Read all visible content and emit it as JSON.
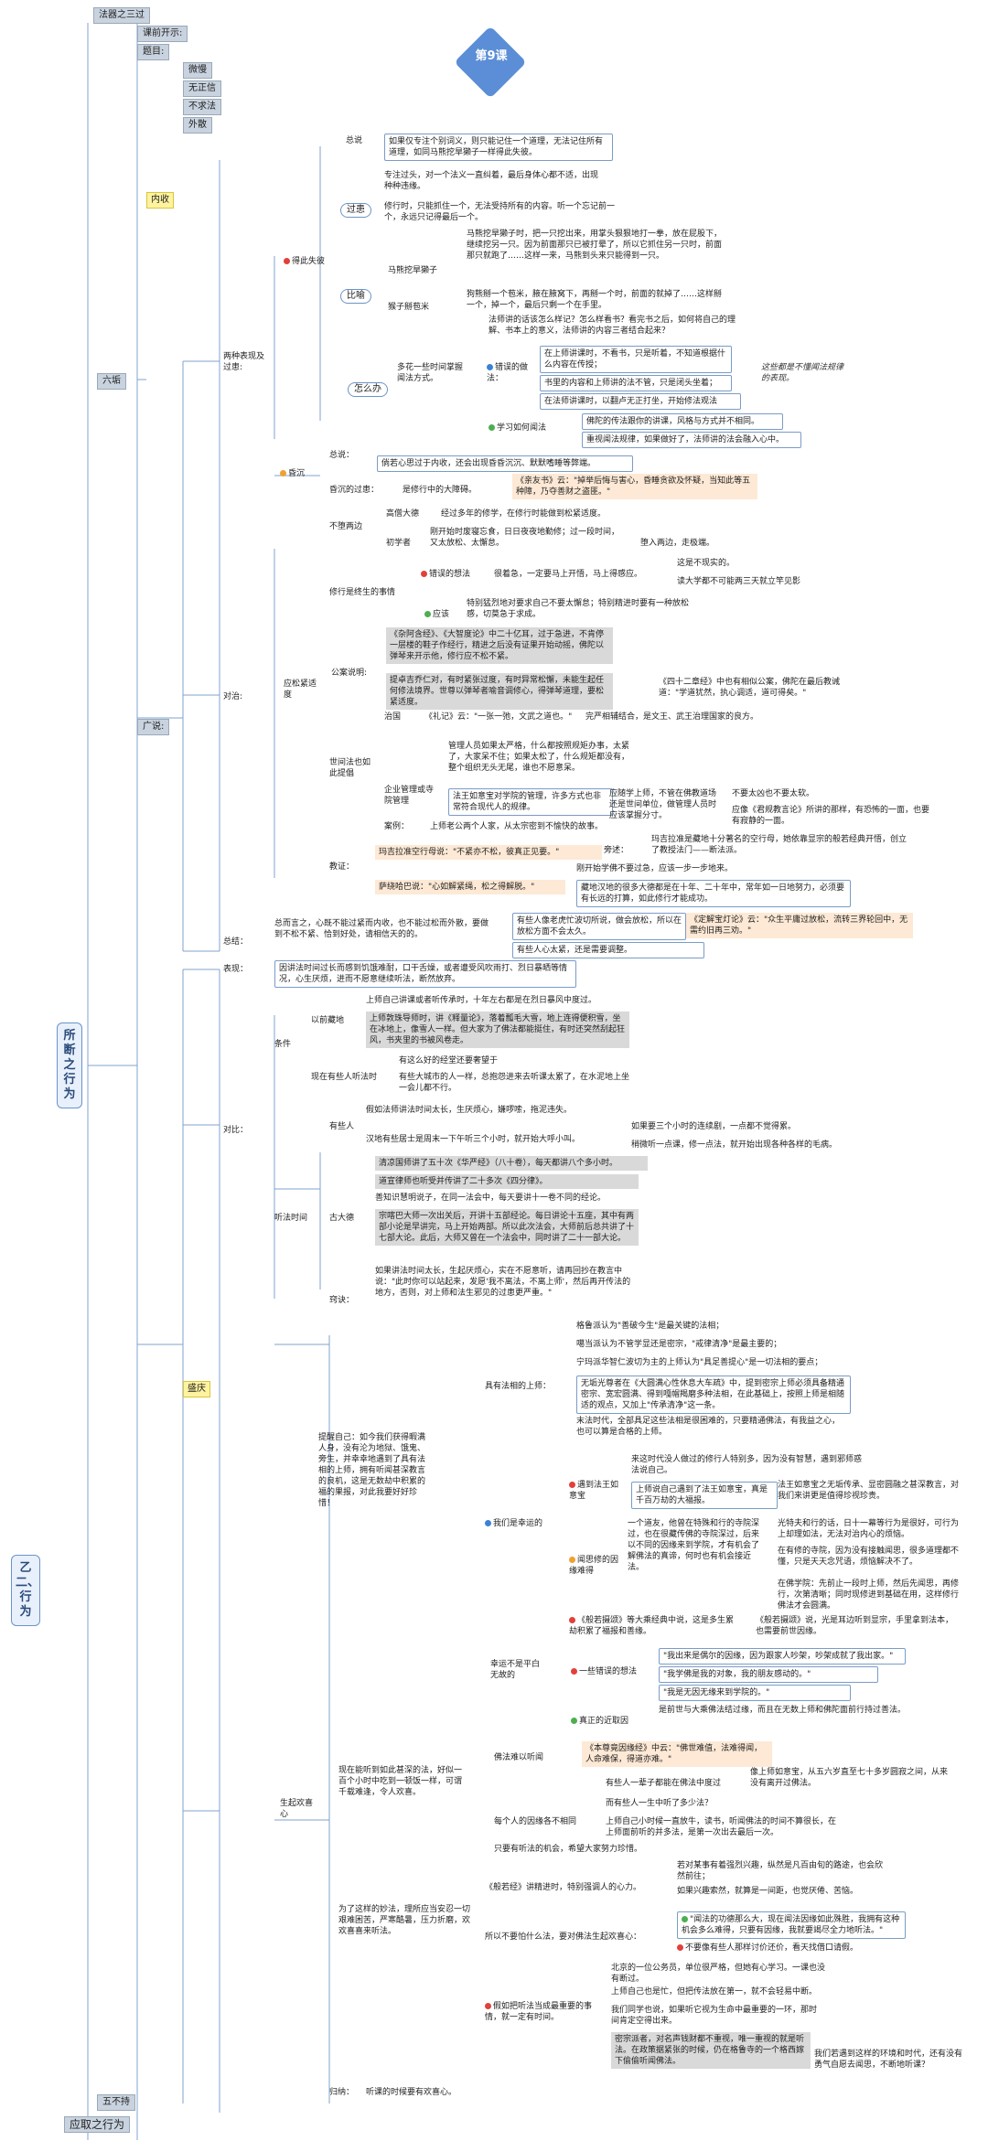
{
  "top": {
    "items": [
      "法器之三过",
      "课前开示:",
      "题目:",
      "微慢",
      "无正信",
      "不求法",
      "外散"
    ],
    "lesson": "第9课"
  },
  "sidebar": {
    "six_faults": "六垢",
    "wide": "广说:",
    "proper_conduct": "所断之行为",
    "section_two": "乙二、行为",
    "five_no": "五不持",
    "adopt": "应取之行为"
  },
  "section1": {
    "two_manifest": "两种表现及过患:",
    "wrong_cause": "得此失彼",
    "wrong_short": "昏沉",
    "general": "总说",
    "general_text": "如果仅专注个别词义，则只能记住一个道理，无法记住所有道理，如同马熊挖旱獭子一样得此失彼。",
    "harm": "过患",
    "harm_1": "专注过头，对一个法义一直纠着，最后身体心都不适，出现种种违缘。",
    "harm_2": "修行时，只能抓住一个，无法受持所有的内容。听一个忘记前一个，永远只记得最后一个。",
    "metaphor": "比喻",
    "metaphor_title1": "马熊挖旱獭子",
    "metaphor_text1": "马熊挖旱獭子时，把一只挖出来，用掌头狠狠地打一拳，放在屁股下，继续挖另一只。因为前面那只已被打晕了，所以它抓住另一只时，前面那只就跑了……这样一来，马熊到头来只能得到一只。",
    "metaphor_title2": "猴子掰苞米",
    "metaphor_text2": "狗熊掰一个苞米，腋在腋窝下，再掰一个时，前面的就掉了……这样掰一个，掉一个，最后只剩一个在手里。",
    "how": "怎么办",
    "how_q": "多花一些时间掌握闻法方式。",
    "how_ask": "法师讲的话该怎么样记？怎么样看书？看完书之后，如何将自己的理解、书本上的意义，法师讲的内容三者结合起来？",
    "wrong_way": "错误的做法：",
    "ww1": "在上师讲课时，不看书，只是听着，不知道根据什么内容在传授；",
    "ww2": "书里的内容和上师讲的法不管，只是闭头坐着；",
    "ww3": "在法师讲课时，以翻卢无正打坐，开始修法观法",
    "side_note": "这些都是不懂闻法规律的表现。",
    "learn_way": "学习如何闻法",
    "lw1": "佛陀的传法跟你的讲课，风格与方式并不相同。",
    "lw2": "重视闻法规律，如果做好了，法师讲的法会融入心中。",
    "dull": "总说：",
    "dull_text": "倘若心思过于内收，还会出现昏昏沉沉、默默嗜睡等弊端。",
    "dull_harm": "昏沉的过患：",
    "dull_harm2": "是修行中的大障碍。",
    "dull_quote": "《亲友书》云：\"掉举后悔与害心，昏睡贪欲及怀疑，当知此等五种障，乃夺善财之盗匪。\""
  },
  "section2": {
    "inner": "内收",
    "antidote": "对治:",
    "moderate": "应松紧适度",
    "no_both": "不堕两边",
    "too_long": "高僧大德",
    "too_long_t": "经过多年的修学，在修行时能做到松紧适度。",
    "beginner": "初学者",
    "beginner_t": "刚开始时废寝忘食，日日夜夜地勤修；过一段时间，又太放松、太懈怠。",
    "beginner_t2": "堕入两边，走极端。",
    "practice": "修行是终生的事情",
    "wrong_idea": "错误的想法",
    "wrong_idea_t": "很着急，一定要马上开悟，马上得感应。",
    "wrong_idea_r1": "这是不现实的。",
    "wrong_idea_r2": "读大学都不可能两三天就立竿见影",
    "should": "应该",
    "should_t": "特别猛烈地对要求自己不要太懈怠；特别精进时要有一种放松感，切莫急于求成。",
    "public": "公案说明:",
    "public_t": "《杂阿含经》、《大智度论》中二十亿耳，过于急进，不肯停一层楼的鞋子作经行，精进之后没有证果开始动摇，佛陀以弹琴来开示他，修行应不松不紧。",
    "public_t2": "提卓吉乔仁对，有时紧张过度，有时异常松懈，未能生起任何修法境界。世尊以弹琴者喻音调修心，得弹琴道理，要松紧适度。",
    "public_t3": "《四十二章经》中也有相似公案，佛陀在最后教诫道：\"学道犹然，执心调适，道可得矣。\"",
    "govern": "治国",
    "govern_t": "《礼记》云：\"一张一弛，文武之道也。\"",
    "govern_t2": "完严相辅结合，是文王、武王治理国家的良方。",
    "world": "世间法也如此提倡",
    "biz": "企业管理或寺院管理",
    "biz_t": "管理人员如果太严格，什么都按照规矩办事，太紧了，大家呆不住；如果太松了，什么规矩都没有，整个组织无头无尾，谁也不愿意呆。",
    "biz_t2": "法王如意宝对学院的管理，许多方式也非常符合现代人的规律。",
    "biz_t3": "应随学上师，不管在佛教道场还是世间单位，做管理人员时应该掌握分寸。",
    "biz_t4": "不要太凶也不要太软。",
    "biz_t5": "应像《君规教言论》所讲的那样，有恐怖的一面，也要有寂静的一面。",
    "case": "案例：",
    "case_t": "上师老公两个人家，从太宗密到不愉快的故事。",
    "teaching": "教证：",
    "teach1": "玛吉拉准空行母说：\"不紧亦不松，彼真正见要。\"",
    "teach1b": "旁述：",
    "teach1c": "玛吉拉准是藏地十分著名的空行母，她依靠显宗的般若经典开悟，创立了教授法门——断法派。",
    "teach2": "萨绕哈巴说：\"心如解紧绳，松之得解脱。\"",
    "teach2b": "刚开始学佛不要过急，应该一步一步地来。",
    "teach2c": "藏地汉地的很多大德都是在十年、二十年中，常年如一日地努力，必须要有长远的打算，如此修行才能成功。",
    "summary": "总结：",
    "summary_t": "总而言之，心既不能过紧而内收，也不能过松而外散，要做到不松不紧、恰到好处，请相信天的的。",
    "summary_r1": "有些人像老虎忙波切所说，做会放松，所以在放松方面不会太久。",
    "summary_r2": "《定解宝灯论》云：\"众生平庸过放松，流转三界轮回中，无需约旧再三劝。\"",
    "summary_r3": "有些人心太紧，还是需要调整。"
  },
  "section3": {
    "outer": "外散",
    "manifest": "表现：",
    "manifest_t": "因讲法时间过长而感到饥饿难耐，口干舌燥，或者遭受风吹雨打、烈日暴晒等情况，心生厌烦，进而不愿意继续听法，断然放弃。",
    "antidote": "对比：",
    "cond": "条件",
    "past": "以前藏地",
    "past_t": "上师自己讲课或者听传承时，十年左右都是在烈日暴风中度过。",
    "past_t2": "上师敦珠导师时，讲《释量论》，落着瓢毛大雪，地上连得便积雪，坐在冰地上，像雪人一样。但大家为了佛法都能挺住，有时还突然刮起狂风，书夹里的书被风卷走。",
    "now": "现在有些人听法时",
    "now_t1": "有这么好的经堂还要奢望于",
    "now_t2": "有些大城市的人一样，总抱怨进来去听课太累了，在水泥地上坐一会儿都不行。",
    "time": "听法时间",
    "some": "有些人",
    "some_t": "假如法师讲法时间太长，生厌烦心，嫌啰嗦，拖泥违失。",
    "some_t2": "汉地有些居士是周末一下午听三个小时，就开始大呼小叫。",
    "some_t3": "如果要三个小时的连续剧，一点都不觉得累。",
    "some_t4": "稍微听一点课，修一点法，就开始出现各种各样的毛病。",
    "ancient": "古大德",
    "an1": "清凉国师讲了五十次《华严经》（八十卷），每天都讲八个多小时。",
    "an2": "道宣律师也听受并传讲了二十多次《四分律》。",
    "an3": "善知识慧明说子，在同一法会中，每天要讲十一卷不同的经论。",
    "an4": "宗喀巴大师一次出关后，开讲十五部经论。每日讲论十五座，其中有两部小论是早讲完，马上开始两部。所以此次法会，大师前后总共讲了十七部大论。此后，大师又曾在一个法会中，同时讲了二十一部大论。",
    "an5": "如果讲法时间太长，生起厌烦心，实在不愿意听，请再回抄在教言中说：\"此时你可以站起来，发愿'我不离法，不离上师'，然后再开传法的地方，否则，对上师和法生邪见的过患更严重。\"",
    "ending": "窍诀：",
    "joy": "盛庆",
    "remind": "提醒自己：如今我们获得暇满人身，没有沦为地狱、饿鬼、旁生，并幸幸地遇到了具有法相的上师，拥有听闻甚深教言的良机，这是无数劫中积累的福的果报，对此我要好好珍惜！",
    "qual": "具有法相的上师：",
    "q1": "格鲁派认为\"善破今生\"是最关键的法相；",
    "q2": "噶当派认为不管学显还是密宗，\"戒律清净\"是最主要的；",
    "q3": "宁玛派华智仁波切为主的上师认为\"具足善提心\"是一切法相的要点；",
    "q4": "无垢光尊者在《大圆满心性休息大车疏》中，提到密宗上师必须具备精通密宗、宽宏圆满、得到嘎帽羯磨多种法相，在此基础上，按照上师是相随适的观点，又加上\"传承清净\"这一条。",
    "q5": "末法时代，全部具足这些法相是很困难的，只要精通佛法，有我益之心，也可以算是合格的上师。",
    "lucky": "我们是幸运的",
    "meet": "遇到法王如意宝",
    "meet1": "来这时代没人做过的修行人特别多，因为没有智慧，遇到邪师惑法说自己。",
    "meet2": "上师说自己遇到了法王如意宝，真是千百万劫的大福报。",
    "meet3": "法王如意宝之无垢传承、显密圆融之甚深教言，对我们来讲更是值得珍视珍贵。",
    "meet4": "一个道友，他曾在特殊和行的寺院深过，也在很藏传佛的寺院深过，后来以不同的因缘来到学院，才有机会了解佛法的真谛，何时也有机会接近法。",
    "meet5": "光特夫和行的话，日十一幕等行为是很好，可行为上却理如法，无法对治内心的烦恼。",
    "meet6": "在有修的寺院，因为没有接触闻思，很多道理都不懂，只是天天念咒语，烦恼解决不了。",
    "study": "闻思修的因缘难得",
    "study2": "在佛学院：先前止一段时上师，然后先闻思，再修行，次第清晰；同时现修进到基础在用，这样修行佛法才会圆满。",
    "sutra": "幸运不是平白无故的",
    "sutra_t": "《般若摄颂》等大乘经典中说，这是多生累劫积累了福报和善缘。",
    "sutra_t2": "《般若摄颂》说，光是耳边听到显宗，手里拿到法本，也需要前世因缘。",
    "wrong": "一些错误的想法",
    "wrong1": "\"我出来是偶尔的因缘，因为跟家人吵架，吵架成就了我出家。\"",
    "wrong2": "\"我学佛是我的对象，我的朋友感动的。\"",
    "wrong3": "\"我是无因无缘来到学院的。\"",
    "true_cause": "真正的近取因",
    "true_cause_t": "是前世与大乘佛法结过缘，而且在无数上师和佛陀面前行持过善法。",
    "joyful": "生起欢喜心",
    "now_long": "现在能听到如此甚深的法，好似一百个小时中吃到一顿饭一样，可谓千载难逢，令人欢喜。",
    "rare": "佛法难以听闻",
    "rare_t": "《本尊竟因缘经》中云：\"佛世难值，法难得闻，人命难保，得道亦难。\"",
    "rare_t2": "有些人一辈子都能在佛法中度过",
    "rare_t3": "像上师如意宝，从五六岁直至七十多岁圆寂之间，从来没有离开过佛法。",
    "rare_t4": "而有些人一生中听了多少法？",
    "every": "每个人的因缘各不相同",
    "every_t": "上师自己小时候一直放牛，读书，听闻佛法的时间不算很长，在上师面前听的并多法，是第一次出去最后一次。",
    "every_t2": "只要有听法的机会，希望大家努力珍惜。",
    "sec": "为了这样的妙法，理所应当安忍一切艰难困苦，严寒酷暑，压力折磨，欢欢喜喜来听法。",
    "vajra": "《般若经》讲精进时，特别强调人的心力。",
    "vajra_t": "若对某事有着强烈兴趣，纵然是凡百由旬的路途，也会欣然前往；",
    "vajra_t2": "如果兴趣索然，就算是一间距，也觉厌倦、苦恼。",
    "no_hard": "所以不要怕什么法，要对佛法生起欢喜心：",
    "no_hard1": "\"闻法的功德那么大，现在闻法因缘如此殊胜，我拥有这种机会多么难得，只要有因缘，我就要竭尽全力地听法。\"",
    "no_hard2": "不要像有些人那样讨价还价，看天找借口请假。",
    "if": "假如把听法当成最重要的事情，就一定有时间。",
    "if1": "北京的一位公务员，单位很严格，但她有心学习。一课也没有断过。",
    "if2": "上师自己也是忙，但把传法放在第一，就不会轻易中断。",
    "if3": "我们同学也说，如果听它视为生命中最重要的一环，那时间肯定空得出来。",
    "if4": "密宗派者，对名声钱财都不重视，唯一重视的就是听法。在政策据紧张的时候，仍在格鲁寺的一个格西嫁下偷偷听闻佛法。",
    "if5": "我们若遇到这样的环境和时代，还有没有勇气自愿去闻思，不断地听课？",
    "return": "归纳：",
    "return_t": "听课的时候要有欢喜心。"
  }
}
